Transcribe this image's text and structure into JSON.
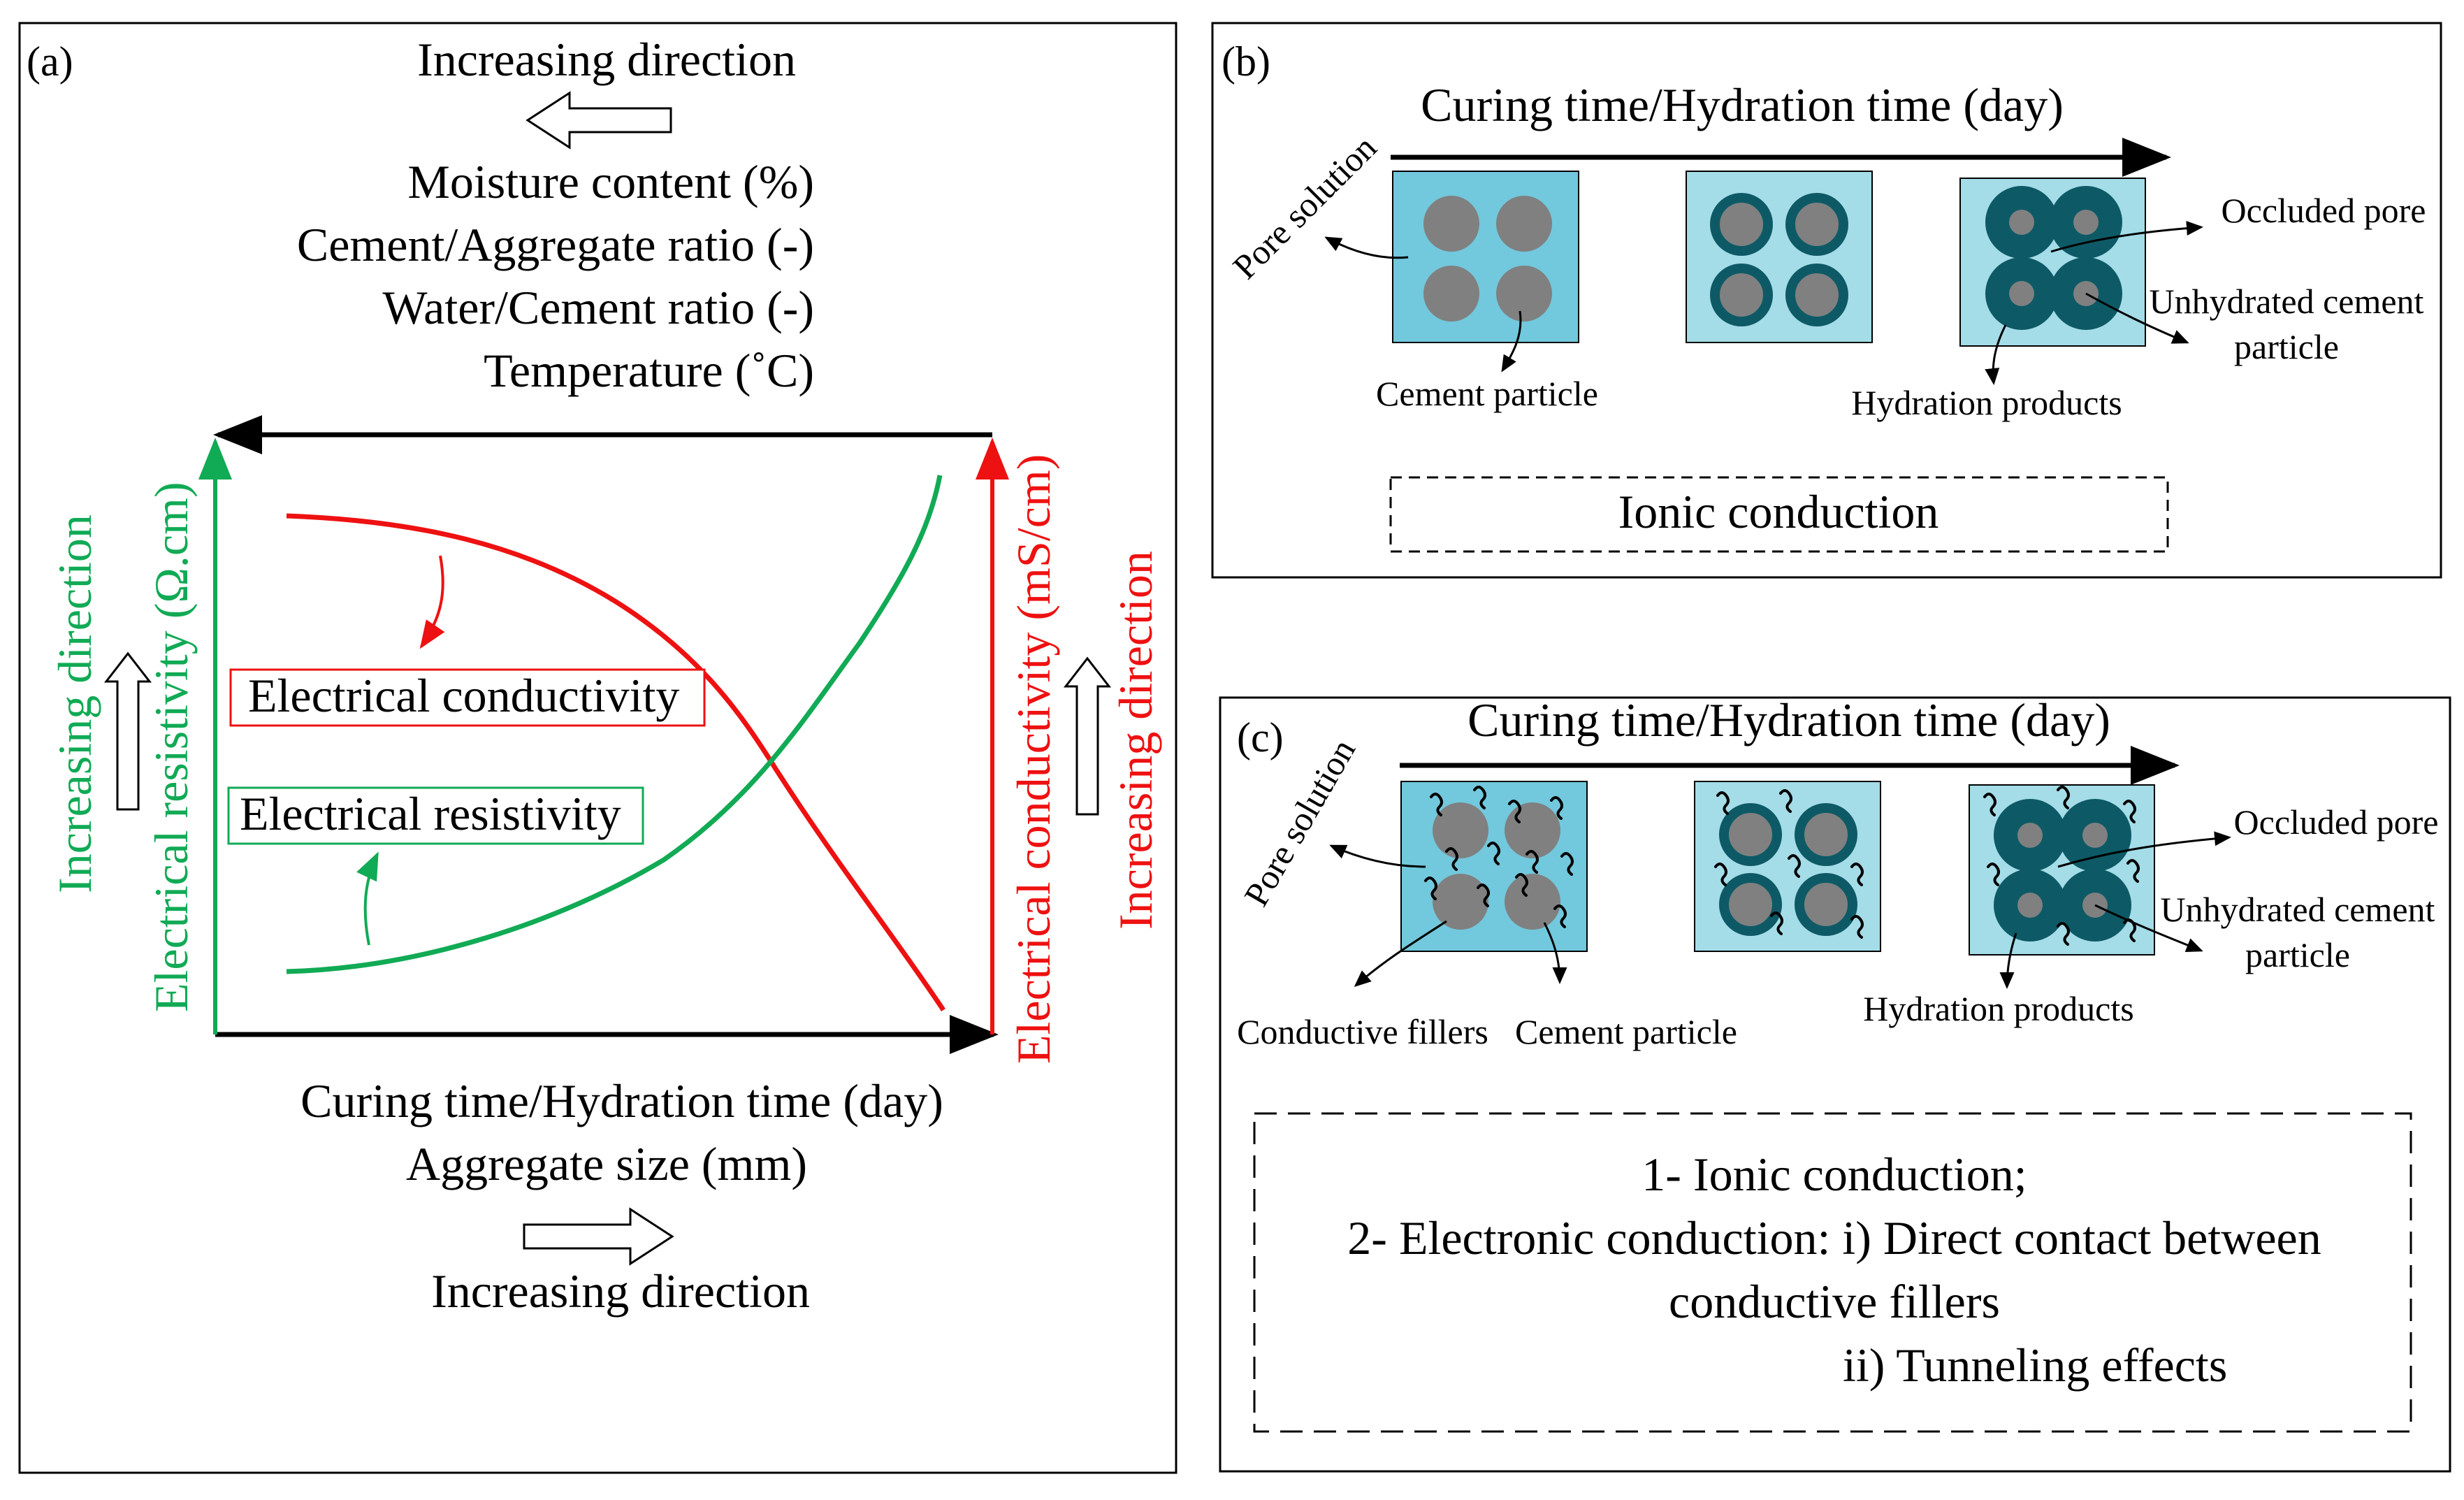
{
  "panel_a": {
    "label": "(a)",
    "top_direction": "Increasing direction",
    "top_factors": [
      "Moisture content (%)",
      "Cement/Aggregate ratio (-)",
      "Water/Cement ratio (-)",
      "Temperature (˚C)"
    ],
    "left_axis_label": "Electrical resistivity (Ω.cm)",
    "left_direction": "Increasing direction",
    "right_axis_label": "Electrical conductivity (mS/cm)",
    "right_direction": "Increasing direction",
    "conductivity_legend": "Electrical conductivity",
    "resistivity_legend": "Electrical resistivity",
    "bottom_factors": [
      "Curing time/Hydration time (day)",
      "Aggregate size (mm)"
    ],
    "bottom_direction": "Increasing direction",
    "colors": {
      "conductivity": "#ee1111",
      "resistivity": "#11aa55",
      "axis": "#000000"
    }
  },
  "panel_b": {
    "label": "(b)",
    "time_axis": "Curing time/Hydration time (day)",
    "pore_solution": "Pore solution",
    "cement_particle": "Cement particle",
    "hydration_products": "Hydration products",
    "occluded_pore": "Occluded pore",
    "unhydrated_line1": "Unhydrated cement",
    "unhydrated_line2": "particle",
    "conduction": "Ionic conduction"
  },
  "panel_c": {
    "label": "(c)",
    "time_axis": "Curing time/Hydration time (day)",
    "pore_solution": "Pore solution",
    "conductive_fillers": "Conductive fillers",
    "cement_particle": "Cement particle",
    "hydration_products": "Hydration products",
    "occluded_pore": "Occluded pore",
    "unhydrated_line1": "Unhydrated cement",
    "unhydrated_line2": "particle",
    "mech_line1": "1- Ionic conduction;",
    "mech_line2": "2- Electronic conduction:  i) Direct contact between",
    "mech_line3": "conductive fillers",
    "mech_line4": "ii)  Tunneling effects"
  },
  "colors": {
    "box_dark": "#72c8dc",
    "box_light": "#a4dce8",
    "particle": "#808080",
    "hydration_ring": "#0d5a66",
    "filler": "#000000"
  }
}
